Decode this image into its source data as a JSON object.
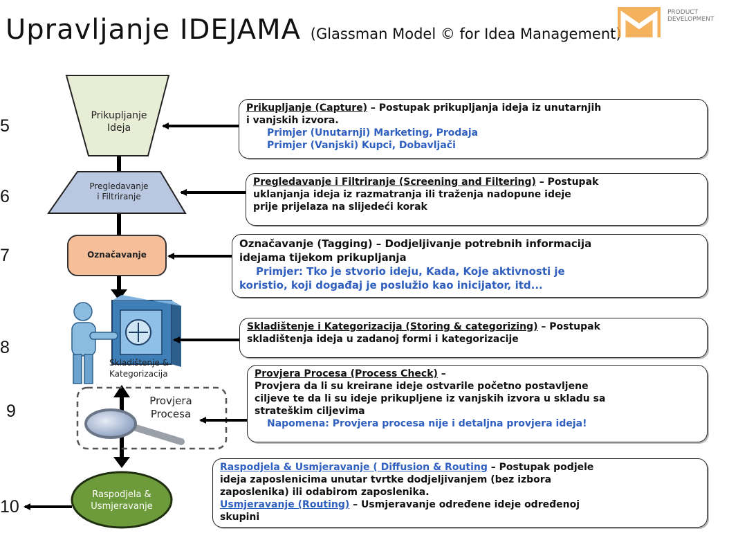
{
  "header": {
    "title": "Upravljanje IDEJAMA",
    "subtitle": "(Glassman Model © for Idea Management)",
    "logo_text": "PRODUCT DEVELOPMENT"
  },
  "steps": [
    {
      "number": "5",
      "shape_label_line1": "Prikupljanje",
      "shape_label_line2": "Ideja",
      "desc_title": "Prikupljanje (Capture)",
      "desc_text_1": " – Postupak prikupljanja ideja iz unutarnjih",
      "desc_text_2": "i vanjskih izvora.",
      "example_1": "Primjer (Unutarnji) Marketing, Prodaja",
      "example_2": "Primjer (Vanjski) Kupci, Dobavljači"
    },
    {
      "number": "6",
      "shape_label_line1": "Pregledavanje",
      "shape_label_line2": "i Filtriranje",
      "desc_title": "Pregledavanje i Filtriranje (Screening and Filtering)",
      "desc_text_1": " – Postupak",
      "desc_text_2": "uklanjanja ideja iz razmatranja ili traženja nadopune ideje",
      "desc_text_3": "prije prijelaza na slijedeći korak"
    },
    {
      "number": "7",
      "shape_label_line1": "Označavanje",
      "desc_title": "Označavanje (Tagging)",
      "desc_text_1": " – Dodjeljivanje potrebnih informacija",
      "desc_text_2": "idejama tijekom prikupljanja",
      "example_1": "Primjer:  Tko je stvorio ideju, Kada, Koje aktivnosti je",
      "example_2": "koristio, koji događaj je poslužio kao inicijator, itd..."
    },
    {
      "number": "8",
      "shape_label_line1": "Skladištenje &",
      "shape_label_line2": "Kategorizacija",
      "desc_title": "Skladištenje i Kategorizacija (Storing & categorizing)",
      "desc_text_1": " – Postupak",
      "desc_text_2": "skladištenja ideja u zadanoj formi i kategorizacije"
    },
    {
      "number": "9",
      "shape_label_line1": "Provjera",
      "shape_label_line2": "Procesa",
      "desc_title": "Provjera Procesa (Process Check)",
      "desc_text_1": " –",
      "desc_text_2": "Provjera da li su kreirane ideje ostvarile početno postavljene",
      "desc_text_3": "ciljeve te da li su ideje prikupljene iz vanjskih izvora u skladu sa",
      "desc_text_4": "strateškim ciljevima",
      "example_1": "Napomena: Provjera procesa nije i detaljna provjera ideja!"
    },
    {
      "number": "10",
      "shape_label_line1": "Raspodjela &",
      "shape_label_line2": "Usmjeravanje",
      "desc_title": "Raspodjela & Usmjeravanje ( Diffusion & Routing",
      "desc_text_1": " – Postupak podjele",
      "desc_text_2": "ideja zaposlenicima unutar tvrtke dodjeljivanjem (bez izbora",
      "desc_text_3": "zaposlenika) ili odabirom zaposlenika.",
      "desc_title_2": "Usmjeravanje (Routing)",
      "desc_text_4": " – Usmjeravanje određene ideje određenoj",
      "desc_text_5": "skupini"
    }
  ],
  "colors": {
    "capture_fill": "#e8edd6",
    "screening_fill": "#b9c8e0",
    "tagging_fill": "#f6bf99",
    "routing_fill": "#6d9a3a",
    "example_blue": "#2f5fbf",
    "logo_orange": "#f2a443"
  }
}
